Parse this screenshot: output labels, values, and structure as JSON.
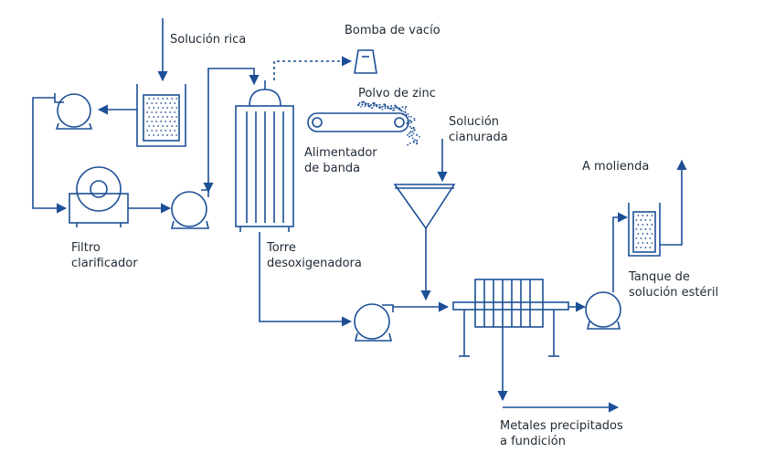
{
  "colors": {
    "line": "#1c4f96",
    "accent": "#1c4f96",
    "text": "#1f2a36",
    "background": "#ffffff"
  },
  "labels": {
    "solucion_rica": "Solución rica",
    "bomba_de_vacio": "Bomba de vacío",
    "polvo_de_zinc": "Polvo de zinc",
    "alimentador_line1": "Alimentador",
    "alimentador_line2": "de banda",
    "solucion_cianurada_line1": "Solución",
    "solucion_cianurada_line2": "cianurada",
    "a_molienda": "A molienda",
    "filtro_line1": "Filtro",
    "filtro_line2": "clarificador",
    "torre_line1": "Torre",
    "torre_line2": "desoxigenadora",
    "tanque_line1": "Tanque de",
    "tanque_line2": "solución estéril",
    "metales_line1": "Metales precipitados",
    "metales_line2": "a fundición"
  }
}
